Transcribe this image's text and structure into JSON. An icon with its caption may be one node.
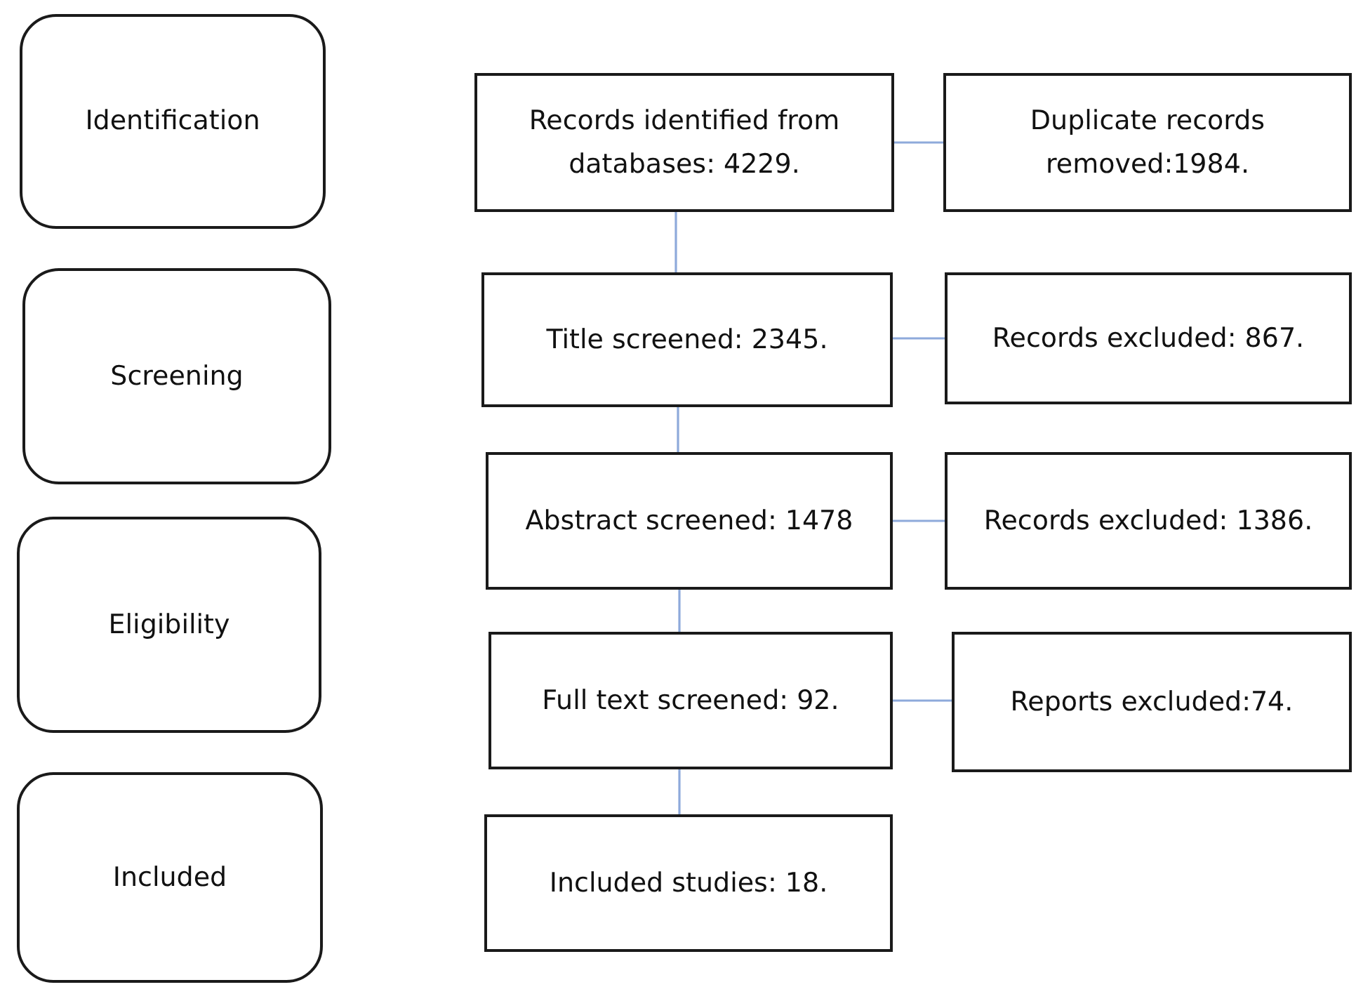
{
  "diagram": {
    "nodes": [
      {
        "text": [
          "Identification"
        ]
      },
      {
        "text": [
          "Records identified from databases: 4229."
        ]
      },
      {
        "text": [
          "Duplicate records removed:1984."
        ]
      },
      {
        "text": [
          "Screening"
        ]
      },
      {
        "text": [
          "Title screened: 2345."
        ]
      },
      {
        "text": [
          "Records excluded: 867."
        ]
      },
      {
        "text": [
          "Eligibility"
        ]
      },
      {
        "text": [
          "Abstract screened: 1478"
        ]
      },
      {
        "text": [
          "Records excluded: 1386."
        ]
      },
      {
        "text": [
          "Full text screened: 92."
        ]
      },
      {
        "text": [
          "Reports excluded:74."
        ]
      },
      {
        "text": [
          "Included"
        ]
      },
      {
        "text": [
          "Included studies: 18."
        ]
      }
    ],
    "edges": [
      {
        "from": 1,
        "to": 2,
        "arrow": "none"
      },
      {
        "from": 1,
        "to": 4,
        "arrow": "none"
      },
      {
        "from": 4,
        "to": 5,
        "arrow": "none"
      },
      {
        "from": 4,
        "to": 7,
        "arrow": "none"
      },
      {
        "from": 7,
        "to": 8,
        "arrow": "none"
      },
      {
        "from": 7,
        "to": 9,
        "arrow": "none"
      },
      {
        "from": 9,
        "to": 10,
        "arrow": "none"
      },
      {
        "from": 9,
        "to": 12,
        "arrow": "none"
      }
    ]
  }
}
